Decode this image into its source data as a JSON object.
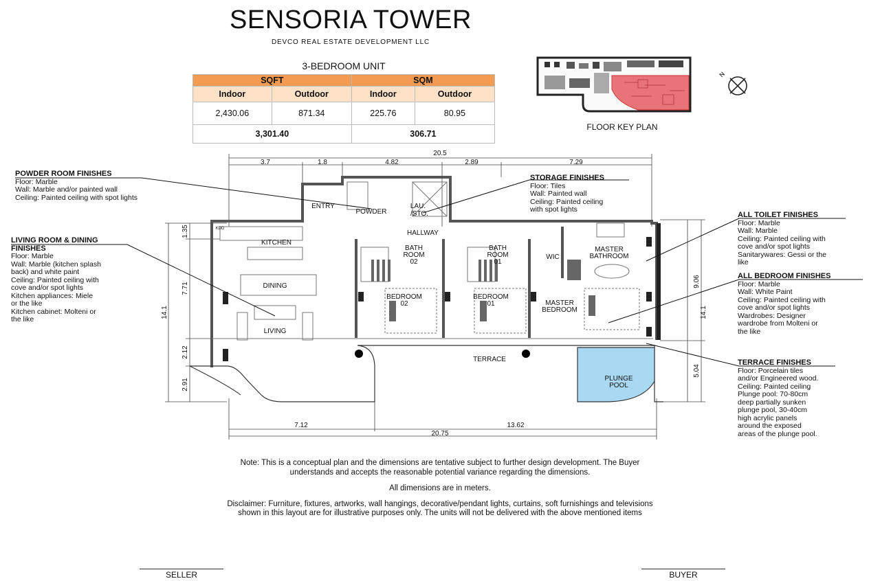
{
  "header": {
    "title": "SENSORIA TOWER",
    "developer": "DEVCO REAL ESTATE DEVELOPMENT LLC",
    "unit_type": "3-BEDROOM UNIT"
  },
  "area_table": {
    "group1": "SQFT",
    "group2": "SQM",
    "indoor": "Indoor",
    "outdoor": "Outdoor",
    "sqft_indoor": "2,430.06",
    "sqft_outdoor": "871.34",
    "sqm_indoor": "225.76",
    "sqm_outdoor": "80.95",
    "sqft_total": "3,301.40",
    "sqm_total": "306.71"
  },
  "key_plan": {
    "label": "FLOOR KEY PLAN",
    "highlight_color": "#e8747a"
  },
  "compass": {
    "label": "N"
  },
  "dimensions": {
    "top_total": "20.5",
    "top": [
      "3.7",
      "1.8",
      "4.82",
      "2.89",
      "7.29"
    ],
    "bottom": [
      "7.12",
      "13.62"
    ],
    "bottom_total": "20.75",
    "left": [
      "1.35",
      "7.71",
      "2.12",
      "2.91"
    ],
    "left_total": "14.1",
    "right": [
      "9.06",
      "5.04"
    ],
    "right_total": "14.1"
  },
  "rooms": {
    "entry": "ENTRY",
    "powder": "POWDER",
    "lau": "LAU.",
    "sto": "/STO.",
    "hallway": "HALLWAY",
    "kitchen": "KITCHEN",
    "kdd": "KDD",
    "dining": "DINING",
    "living": "LIVING",
    "bath02a": "BATH",
    "bath02b": "ROOM",
    "bath02c": "02",
    "bath01a": "BATH",
    "bath01b": "ROOM",
    "bath01c": "01",
    "wic": "WIC",
    "master_bath_a": "MASTER",
    "master_bath_b": "BATHROOM",
    "bed02a": "BEDROOM",
    "bed02b": "02",
    "bed01a": "BEDROOM",
    "bed01b": "01",
    "master_bed_a": "MASTER",
    "master_bed_b": "BEDROOM",
    "terrace": "TERRACE",
    "pool_a": "PLUNGE",
    "pool_b": "POOL"
  },
  "finishes": {
    "powder": {
      "title": "POWDER ROOM FINISHES",
      "lines": [
        "Floor: Marble",
        "Wall: Marble and/or painted wall",
        "Ceiling: Painted ceiling with spot lights"
      ]
    },
    "storage": {
      "title": "STORAGE FINISHES",
      "lines": [
        "Floor: Tiles",
        "Wall: Painted wall",
        "Ceiling: Painted ceiling",
        "with spot lights"
      ]
    },
    "living": {
      "title_a": "LIVING ROOM & DINING",
      "title_b": "FINISHES",
      "lines": [
        "Floor: Marble",
        "Wall: Marble (kitchen splash",
        "back) and white paint",
        "Ceiling: Painted ceiling with",
        "cove and/or spot lights",
        "Kitchen appliances: Miele",
        "or the like",
        "Kitchen cabinet: Molteni or",
        "the like"
      ]
    },
    "toilet": {
      "title": "ALL TOILET FINISHES",
      "lines": [
        "Floor: Marble",
        "Wall: Marble",
        "Ceiling: Painted ceiling with",
        "cove and/or spot lights",
        "Sanitarywares: Gessi or the",
        "like"
      ]
    },
    "bedroom": {
      "title": "ALL BEDROOM FINISHES",
      "lines": [
        "Floor: Marble",
        "Wall: White Paint",
        "Ceiling: Painted ceiling with",
        "cove and/or spot lights",
        "Wardrobes: Designer",
        "wardrobe from Molteni or",
        "the like"
      ]
    },
    "terrace": {
      "title": "TERRACE FINISHES",
      "lines": [
        "Floor: Porcelain tiles",
        "and/or Engineered wood.",
        "Ceiling: Painted ceiling",
        "Plunge pool: 70-80cm",
        "deep partially sunken",
        "plunge pool, 30-40cm",
        "high acrylic panels",
        "around the exposed",
        "areas of the plunge pool."
      ]
    }
  },
  "notes": {
    "note_label": "Note:",
    "note_1": " This is a conceptual plan and the dimensions are tentative subject to further design development. The Buyer",
    "note_2": "understands and accepts the reasonable potential variance regarding the dimensions.",
    "dims": "All dimensions are in meters.",
    "disclaimer_1": "Disclaimer: Furniture, fixtures, artworks, wall hangings, decorative/pendant lights, curtains, soft furnishings and televisions",
    "disclaimer_2": "shown in this layout are for illustrative purposes only. The units will not be delivered with the above mentioned items"
  },
  "signatures": {
    "seller": "SELLER",
    "buyer": "BUYER"
  },
  "colors": {
    "table_header": "#f39b52",
    "table_sub": "#fde2c8",
    "pool": "#a9d8f2",
    "wall": "#555555"
  }
}
